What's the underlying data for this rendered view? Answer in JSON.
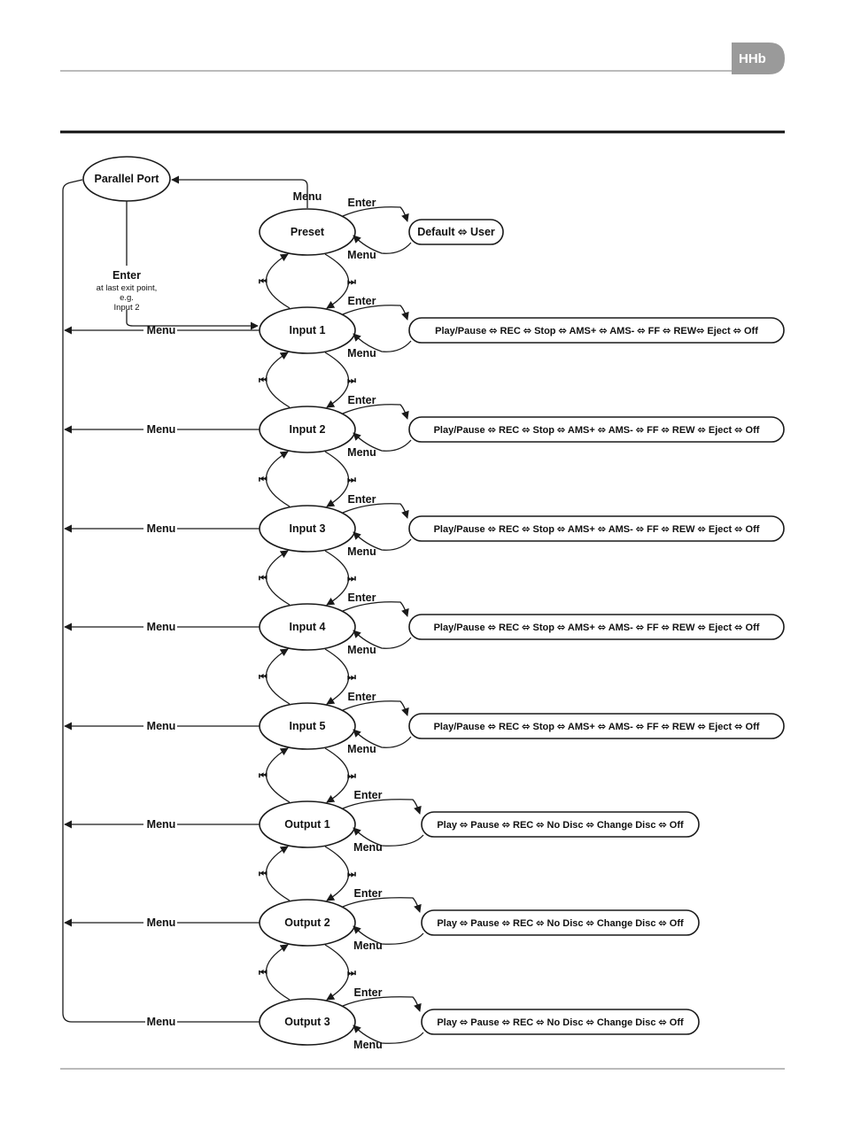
{
  "header": {
    "logo_icon": "hhb-logo-icon"
  },
  "diagram": {
    "top": {
      "parallel_port": "Parallel Port",
      "menu_label": "Menu",
      "enter_label": "Enter",
      "enter_note_1": "at last exit point,",
      "enter_note_2": "e.g.",
      "enter_note_3": "Input 2"
    },
    "nav_prev_icon": "skip-back-icon",
    "nav_next_icon": "skip-forward-icon",
    "nodes": [
      {
        "label": "Preset",
        "enter": "Enter",
        "menu": "Menu",
        "options": "Default ⬄ User",
        "side_menu": ""
      },
      {
        "label": "Input 1",
        "enter": "Enter",
        "menu": "Menu",
        "options": "Play/Pause ⬄ REC ⬄ Stop ⬄ AMS+ ⬄ AMS- ⬄ FF ⬄ REW⬄ Eject ⬄ Off",
        "side_menu": "Menu"
      },
      {
        "label": "Input 2",
        "enter": "Enter",
        "menu": "Menu",
        "options": "Play/Pause ⬄ REC ⬄ Stop ⬄ AMS+ ⬄ AMS- ⬄ FF ⬄ REW ⬄ Eject ⬄ Off",
        "side_menu": "Menu"
      },
      {
        "label": "Input 3",
        "enter": "Enter",
        "menu": "Menu",
        "options": "Play/Pause ⬄ REC ⬄ Stop ⬄ AMS+ ⬄ AMS- ⬄ FF ⬄ REW ⬄ Eject ⬄ Off",
        "side_menu": "Menu"
      },
      {
        "label": "Input 4",
        "enter": "Enter",
        "menu": "Menu",
        "options": "Play/Pause ⬄ REC ⬄ Stop ⬄ AMS+ ⬄ AMS- ⬄ FF ⬄ REW ⬄ Eject ⬄ Off",
        "side_menu": "Menu"
      },
      {
        "label": "Input 5",
        "enter": "Enter",
        "menu": "Menu",
        "options": "Play/Pause ⬄ REC ⬄ Stop ⬄ AMS+ ⬄ AMS- ⬄ FF ⬄ REW ⬄ Eject ⬄ Off",
        "side_menu": "Menu"
      },
      {
        "label": "Output 1",
        "enter": "Enter",
        "menu": "Menu",
        "options": "Play ⬄ Pause ⬄ REC ⬄ No Disc ⬄ Change Disc ⬄ Off",
        "side_menu": "Menu"
      },
      {
        "label": "Output 2",
        "enter": "Enter",
        "menu": "Menu",
        "options": "Play ⬄ Pause ⬄ REC ⬄ No Disc ⬄ Change Disc ⬄ Off",
        "side_menu": "Menu"
      },
      {
        "label": "Output 3",
        "enter": "Enter",
        "menu": "Menu",
        "options": "Play ⬄ Pause ⬄ REC ⬄ No Disc ⬄ Change Disc ⬄ Off",
        "side_menu": "Menu"
      }
    ]
  }
}
